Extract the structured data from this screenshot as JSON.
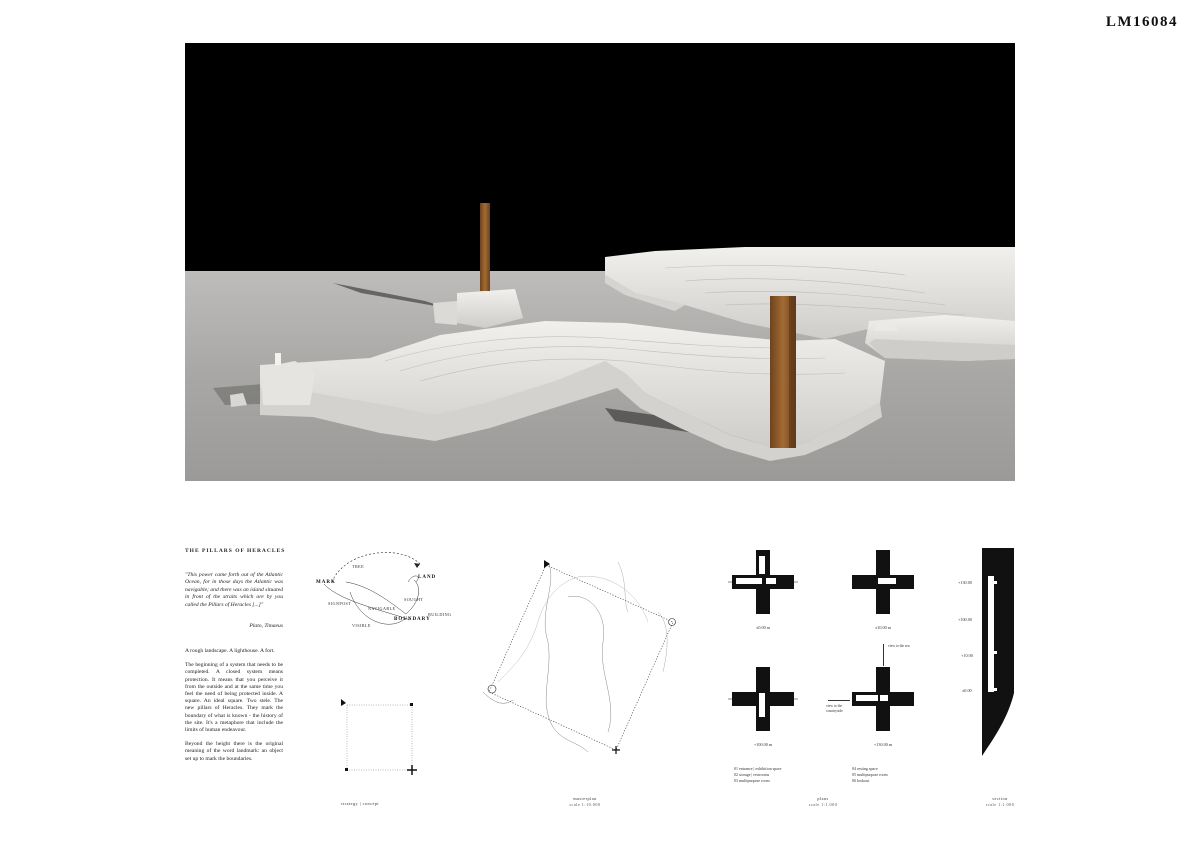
{
  "project_code": "LM16084",
  "text_column": {
    "title": "THE PILLARS OF HERACLES",
    "quote": "\"This power came forth out of the Atlantic Ocean, for in those days the Atlantic was navigable; and there was an island situated in front of the straits which are by you called the Pillars of Heracles [...]\"",
    "quote_author": "Plato, Timaeus",
    "paragraphs": [
      "A rough landscape. A lighthouse. A fort.",
      "The beginning of a system that needs to be completed. A closed system means protection. It means that you perceive it from the outside and at the same time you feel the need of being protected inside. A square. An ideal square. Two stele. The new pillars of Heracles. They mark the boundary of what is known - the history of the site. It's a metaphore that include the limits of human endeavour.",
      "Beyond the height there is the original meaning of the word landmark: an object set up to mark the boundaries."
    ]
  },
  "concept_diagram": {
    "words": {
      "mark": "MARK",
      "land": "LAND",
      "tree": "TREE",
      "signpost": "SIGNPOST",
      "navigable": "NAVIGABLE",
      "sought": "SOUGHT",
      "building": "BUILDING",
      "visible": "VISIBLE",
      "boundary": "BOUNDARY"
    }
  },
  "labels": {
    "strategy": "strategy | concept",
    "masterplan": "masterplan",
    "masterplan_scale": "scale 1:10.000",
    "plans": "plans",
    "plans_scale": "scale 1:1.000",
    "section": "section",
    "section_scale": "scale 1:1.000"
  },
  "plans": {
    "levels": [
      "±0.00 m",
      "±10.00 m",
      "+100.00 m",
      "+130.00 m"
    ],
    "view_note_top": "view to the sea",
    "view_note_left": "view to the countryside"
  },
  "legend": {
    "col1": [
      "01   entrance | exhibition space",
      "02   storage | restrooms",
      "03   multipurpose room"
    ],
    "col2": [
      "04   resting space",
      "05   multipurpose room",
      "06   lookout"
    ]
  },
  "section": {
    "levels": [
      "+130.00",
      "+100.00",
      "+10.00",
      "±0.00"
    ]
  },
  "colors": {
    "pillar": "#8a5a2b",
    "model": "#e8e6e2",
    "ground": "#a9a9a7",
    "sky": "#000000"
  }
}
